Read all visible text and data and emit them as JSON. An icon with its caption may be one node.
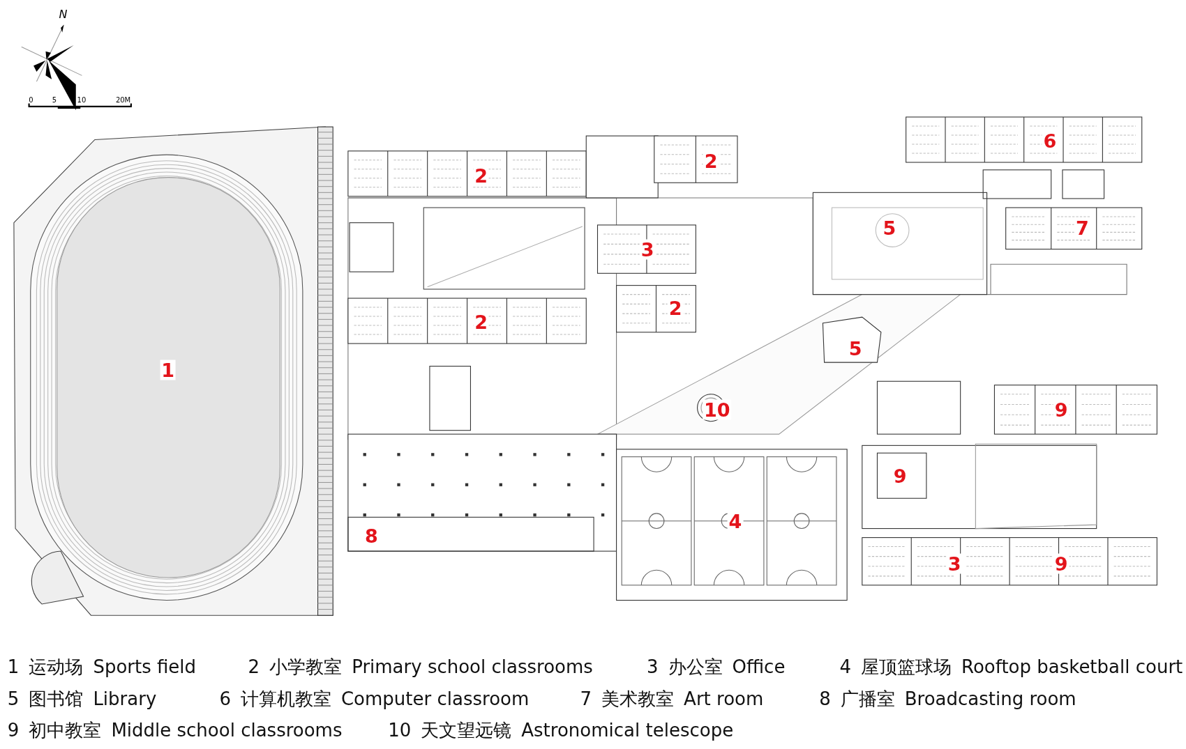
{
  "diagram": {
    "labels": [
      "N",
      "0",
      "5",
      "10",
      "20M",
      "6",
      "2",
      "2",
      "5",
      "7",
      "3",
      "2",
      "2",
      "5",
      "1",
      "10",
      "9",
      "9",
      "4",
      "8",
      "3",
      "9",
      "1",
      "运动场",
      "Sports field",
      "2",
      "小学教室",
      "Primary school classrooms",
      "3",
      "办公室",
      "Office",
      "4",
      "屋顶篮球场",
      "Rooftop basketball court",
      "5",
      "图书馆",
      "Library",
      "6",
      "计算机教室",
      "Computer classroom",
      "7",
      "美术教室",
      "Art room",
      "8",
      "广播室",
      "Broadcasting room",
      "9",
      "初中教室",
      "Middle school classrooms",
      "10",
      "天文望远镜",
      "Astronomical telescope"
    ]
  }
}
